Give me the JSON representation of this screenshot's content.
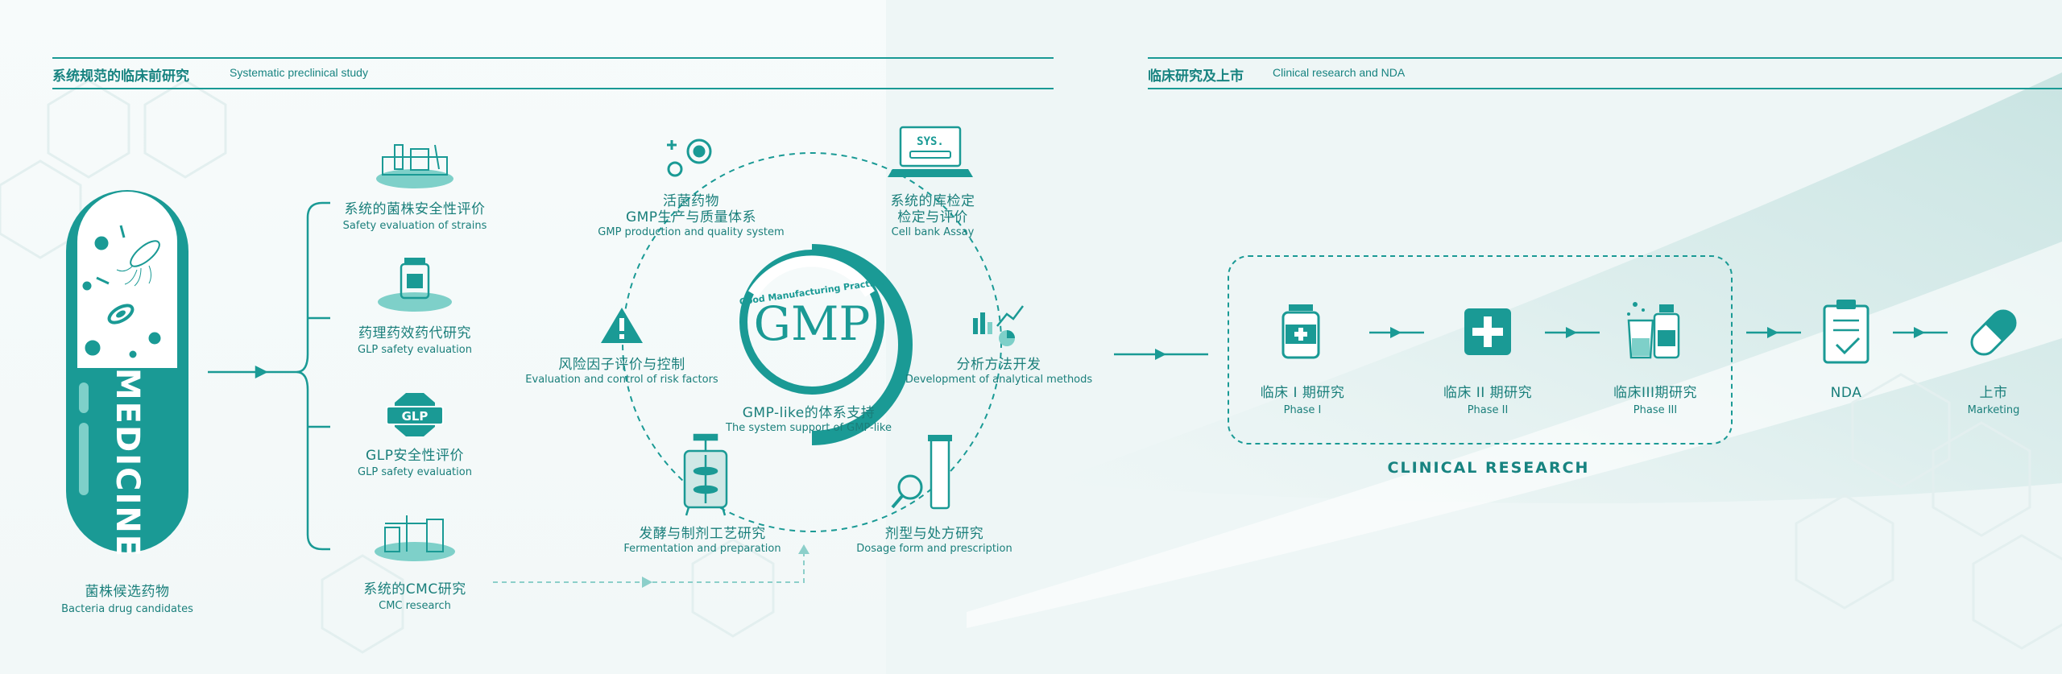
{
  "header_left": {
    "cn": "系统规范的临床前研究",
    "en": "Systematic preclinical study"
  },
  "header_right": {
    "cn": "临床研究及上市",
    "en": "Clinical research and NDA"
  },
  "capsule": {
    "text": "MEDICINE",
    "cn": "菌株候选药物",
    "en": "Bacteria drug candidates"
  },
  "branches": [
    {
      "cn": "系统的菌株安全性评价",
      "en": "Safety evaluation of strains"
    },
    {
      "cn": "药理药效药代研究",
      "en": "GLP safety evaluation"
    },
    {
      "cn": "GLP安全性评价",
      "en": "GLP safety evaluation",
      "badge": "GLP"
    },
    {
      "cn": "系统的CMC研究",
      "en": "CMC research"
    }
  ],
  "cycle": {
    "top_left": {
      "cn1": "活菌药物",
      "cn2": "GMP生产与质量体系",
      "en": "GMP production and quality system"
    },
    "top_right": {
      "cn1": "系统的库检定",
      "cn2": "检定与评价",
      "en": "Cell bank Assay",
      "screen": "SYS."
    },
    "left": {
      "cn": "风险因子评价与控制",
      "en": "Evaluation and control of risk factors"
    },
    "right": {
      "cn": "分析方法开发",
      "en": "Development of analytical methods"
    },
    "bottom_left": {
      "cn": "发酵与制剂工艺研究",
      "en": "Fermentation and preparation"
    },
    "bottom_right": {
      "cn": "剂型与处方研究",
      "en": "Dosage form and prescription"
    },
    "center": {
      "logo": "GMP",
      "arc": "Good Manufacturing Practice",
      "cn": "GMP-like的体系支持",
      "en": "The system support of GMP-like"
    }
  },
  "clinical": {
    "title": "CLINICAL RESEARCH",
    "steps": [
      {
        "cn": "临床 I 期研究",
        "en": "Phase I"
      },
      {
        "cn": "临床 II 期研究",
        "en": "Phase II"
      },
      {
        "cn": "临床III期研究",
        "en": "Phase III"
      },
      {
        "cn": "NDA",
        "en": ""
      },
      {
        "cn": "上市",
        "en": "Marketing"
      }
    ]
  },
  "colors": {
    "teal": "#1a9a95",
    "teal_dark": "#178380",
    "teal_light": "#cfe8e6",
    "bg": "#f4f9f9"
  }
}
